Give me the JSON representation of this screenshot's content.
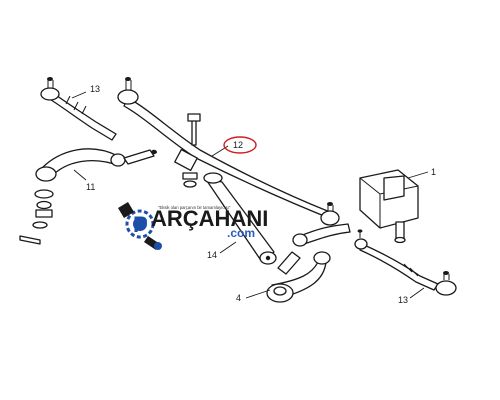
{
  "callouts": [
    {
      "id": "c1",
      "label": "1"
    },
    {
      "id": "c4",
      "label": "4"
    },
    {
      "id": "c11",
      "label": "11"
    },
    {
      "id": "c12",
      "label": "12",
      "highlight_color": "#cc1f1f"
    },
    {
      "id": "c13a",
      "label": "13"
    },
    {
      "id": "c13b",
      "label": "13"
    },
    {
      "id": "c14",
      "label": "14"
    }
  ],
  "logo": {
    "letter": "P",
    "brand": "ARÇAHANI",
    "domain": ".com",
    "tagline": "\"Eksik olan parçanın bir tamamlayıcısı\"",
    "colors": {
      "blue": "#1e4fa8",
      "dark": "#1a1a1a",
      "accent": "#2a5db5"
    }
  }
}
